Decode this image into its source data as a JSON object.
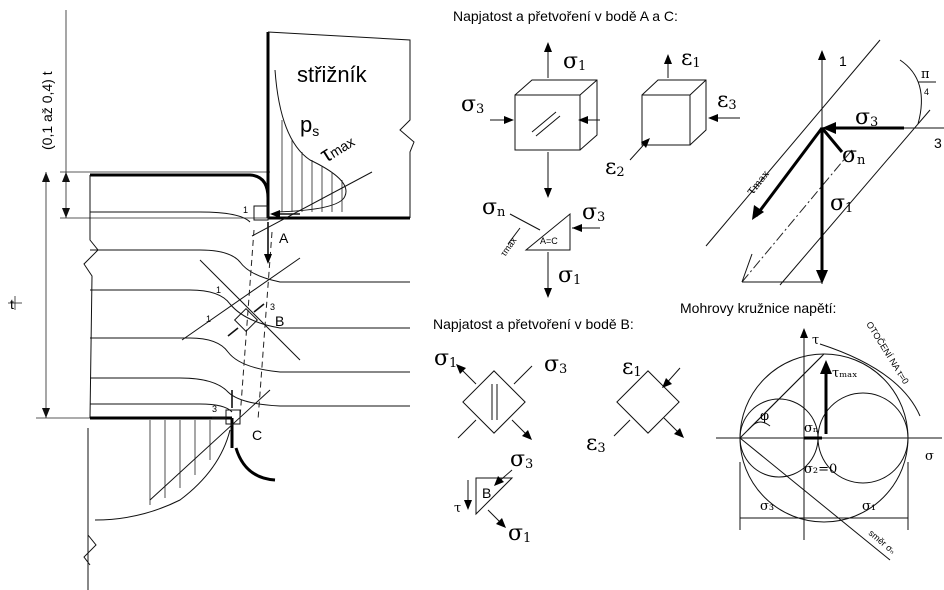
{
  "headers": {
    "ac": "Napjatost a přetvoření v bodě A a C:",
    "b": "Napjatost a přetvoření v bodě B:",
    "mohr": "Mohrovy kružnice napětí:"
  },
  "left": {
    "punch": "střižník",
    "ps": "p",
    "ps_sub": "s",
    "tau": "τ",
    "tau_sub": "max",
    "range": "(0,1 až 0,4) t",
    "t": "t",
    "point_a": "A",
    "point_b": "B",
    "point_c": "C",
    "tick1": "1",
    "tick3": "3"
  },
  "sym": {
    "sigma": "σ",
    "eps": "ε",
    "tau": "τ",
    "one": "1",
    "two": "2",
    "three": "3",
    "max": "max",
    "n": "n",
    "ac": "A=C",
    "b": "B",
    "pi": "π",
    "four": "4"
  },
  "mohr": {
    "rotation": "OTOČENÍ NA τ=0",
    "phi": "φ",
    "sigma_n": "σₙ",
    "tau_max": "τₘₐₓ",
    "sigma2": "σ₂=0",
    "sigma3": "σ₃",
    "sigma1": "σ₁",
    "direction": "směr σₙ",
    "tau_axis": "τ",
    "sigma_axis": "σ"
  },
  "colors": {
    "ink": "#000000",
    "background": "#ffffff"
  }
}
